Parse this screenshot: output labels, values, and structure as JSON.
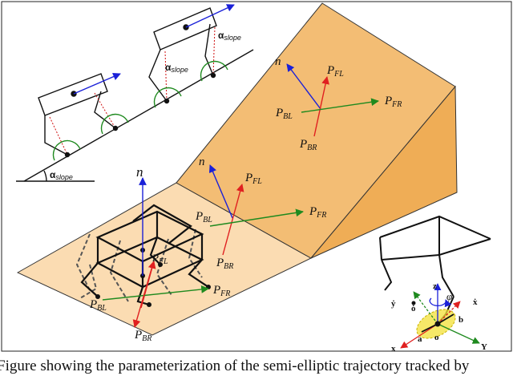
{
  "labels": {
    "normal": "n",
    "P": "P",
    "FL": "FL",
    "FR": "FR",
    "BL": "BL",
    "BR": "BR",
    "alpha": "α",
    "slope": "slope",
    "phi": "φ"
  },
  "axes": {
    "x": "x",
    "y": "Y",
    "z": "z",
    "x_dot": "ẋ",
    "y_dot": "ẏ",
    "o": "o",
    "o_dot": "ȯ",
    "a": "a",
    "b": "b"
  },
  "caption": "Figure showing the parameterization of the semi-elliptic trajectory tracked by",
  "colors": {
    "slope_face": "#f3bd74",
    "slope_side": "#efad56",
    "flat_face": "#fbdcb2",
    "normal_arrow": "#1a20d8",
    "FL_arrow": "#e02020",
    "FR_arrow": "#1f8a1f",
    "ellipse": "#f3e036"
  }
}
